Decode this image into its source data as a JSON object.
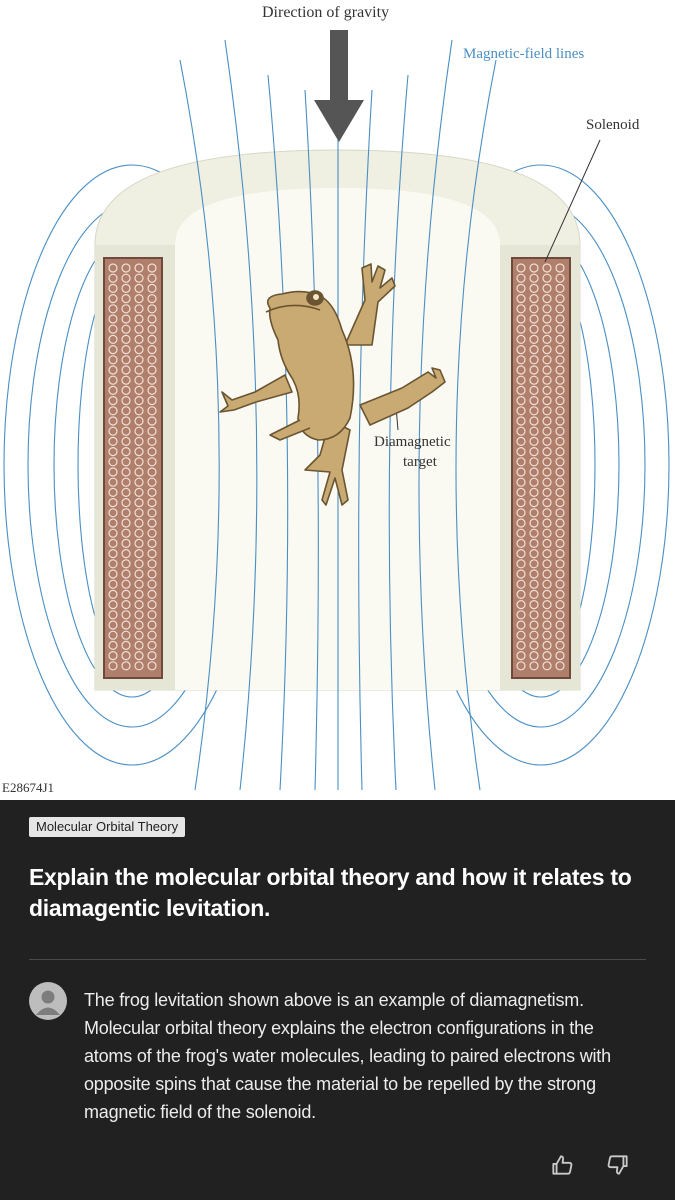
{
  "figure": {
    "labels": {
      "gravity": "Direction of gravity",
      "field_lines": "Magnetic-field lines",
      "solenoid": "Solenoid",
      "target_line1": "Diamagnetic",
      "target_line2": "target",
      "figure_id": "E28674J1"
    },
    "colors": {
      "field_line": "#4a8fc4",
      "solenoid": "#b07f6c",
      "cylinder": "#eeeee0",
      "frog": "#c9aa72",
      "arrow": "#555555"
    }
  },
  "chat": {
    "topic_tag": "Molecular Orbital Theory",
    "question": "Explain the molecular orbital theory and how it relates to diamagentic levitation.",
    "answer": "The frog levitation shown above is an example of diamagnetism. Molecular orbital theory explains the electron configurations in the atoms of the frog's water molecules, leading to paired electrons with opposite spins that cause the material to be repelled by the strong magnetic field of the solenoid.",
    "icons": {
      "avatar": "user-avatar-icon",
      "like": "thumbs-up-icon",
      "dislike": "thumbs-down-icon"
    },
    "colors": {
      "background": "#212121",
      "question_text": "#ffffff",
      "answer_text": "#ececec"
    }
  }
}
